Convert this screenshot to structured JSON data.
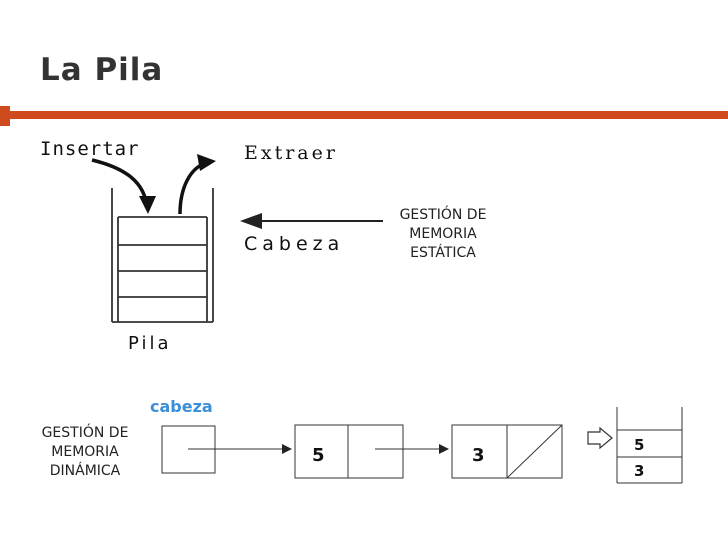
{
  "slide": {
    "title": "La Pila"
  },
  "static_diagram": {
    "insert_label": "Insertar",
    "extract_label": "Extraer",
    "head_label": "Cabeza",
    "stack_label": "Pila",
    "caption": [
      "GESTIÓN DE",
      "MEMORIA",
      "ESTÁTICA"
    ]
  },
  "dynamic_diagram": {
    "head_label": "cabeza",
    "caption": [
      "GESTIÓN DE",
      "MEMORIA",
      "DINÁMICA"
    ],
    "nodes": [
      "5",
      "3"
    ],
    "result_stack": [
      "5",
      "3"
    ]
  },
  "colors": {
    "accent": "#cf4a1c",
    "head_badge": "#3a8fd8"
  }
}
